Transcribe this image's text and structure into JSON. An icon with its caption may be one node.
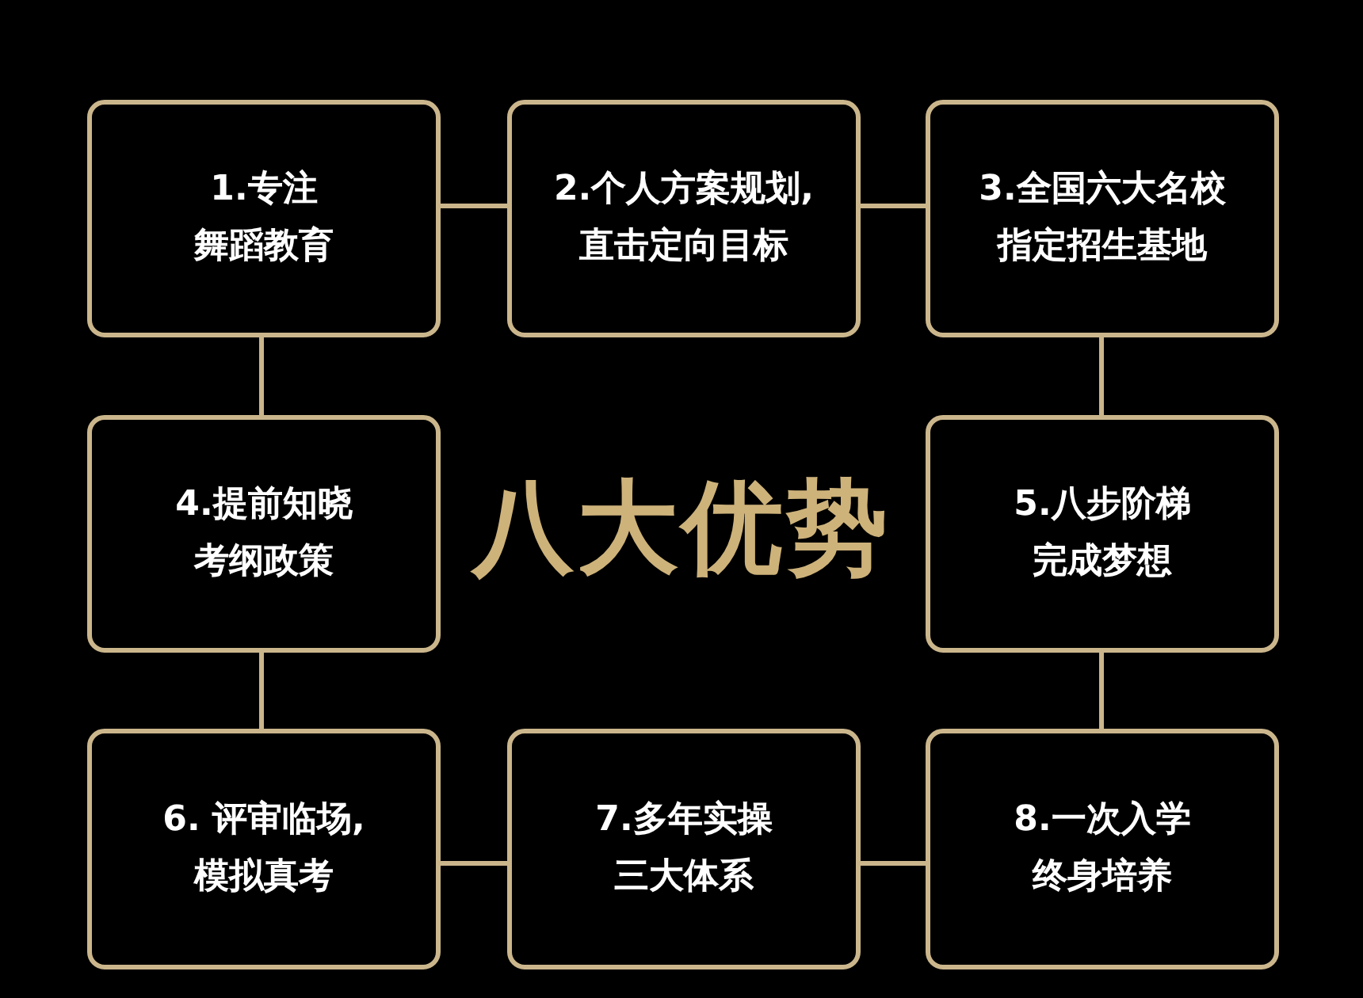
{
  "diagram": {
    "title": "八大优势",
    "nodes": [
      {
        "text": [
          "1.专注舞蹈教育"
        ]
      },
      {
        "text": [
          "2.个人方案规划,直击定向目标"
        ]
      },
      {
        "text": [
          "3.全国六大名校指定招生基地"
        ]
      },
      {
        "text": [
          "4.提前知晓考纲政策"
        ]
      },
      {
        "text": [
          "5.八步阶梯完成梦想"
        ]
      },
      {
        "text": [
          "6. 评审临场,模拟真考"
        ]
      },
      {
        "text": [
          "7.多年实操三大体系"
        ]
      },
      {
        "text": [
          "8.一次入学终身培养"
        ]
      }
    ],
    "edges": [
      {
        "from": 0,
        "to": 1,
        "arrow": "none"
      },
      {
        "from": 1,
        "to": 2,
        "arrow": "none"
      },
      {
        "from": 0,
        "to": 3,
        "arrow": "none"
      },
      {
        "from": 2,
        "to": 4,
        "arrow": "none"
      },
      {
        "from": 3,
        "to": 5,
        "arrow": "none"
      },
      {
        "from": 4,
        "to": 7,
        "arrow": "none"
      },
      {
        "from": 5,
        "to": 6,
        "arrow": "none"
      },
      {
        "from": 6,
        "to": 7,
        "arrow": "none"
      }
    ]
  }
}
